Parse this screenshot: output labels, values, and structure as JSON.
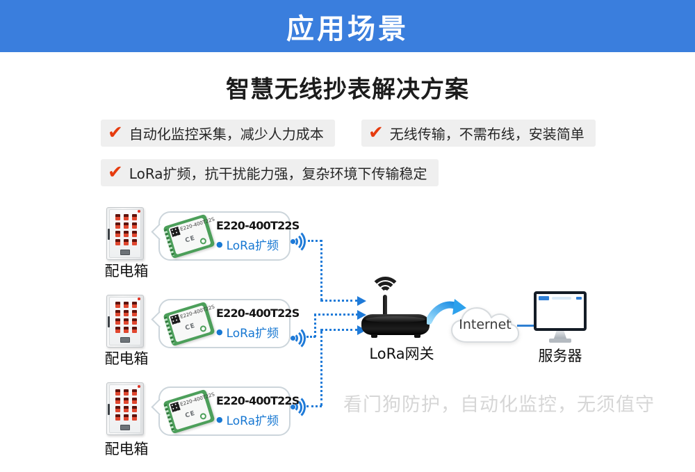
{
  "banner": {
    "title": "应用场景"
  },
  "headline": "智慧无线抄表解决方案",
  "features": [
    "自动化监控采集，减少人力成本",
    "无线传输，不需布线，安装简单",
    "LoRa扩频，抗干扰能力强，复杂环境下传输稳定"
  ],
  "icons": {
    "check": "✔",
    "bullet": "●"
  },
  "diagram": {
    "rows": [
      {
        "device": "配电箱",
        "model": "E220-400T22S",
        "feature": "LoRa扩频"
      },
      {
        "device": "配电箱",
        "model": "E220-400T22S",
        "feature": "LoRa扩频"
      },
      {
        "device": "配电箱",
        "model": "E220-400T22S",
        "feature": "LoRa扩频"
      }
    ],
    "module_ce_mark": "CE",
    "gateway_label": "LoRa网关",
    "cloud_label": "Internet",
    "server_label": "服务器",
    "watermark": "看门狗防护，自动化监控，无须值守"
  },
  "colors": {
    "banner_blue": "#3a7edd",
    "accent_blue": "#1e7ad8",
    "check_red": "#e63b0e",
    "pill_bg": "#efefef",
    "watermark_gray": "#d6d6d6"
  }
}
